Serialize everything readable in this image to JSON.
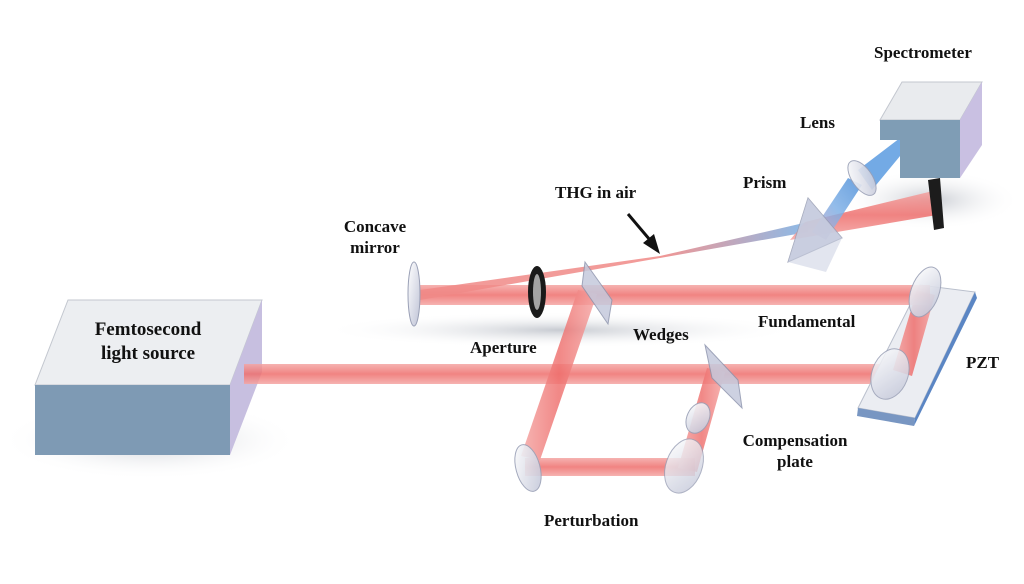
{
  "labels": {
    "spectrometer": "Spectrometer",
    "lens": "Lens",
    "prism": "Prism",
    "thg": "THG in air",
    "concave_line1": "Concave",
    "concave_line2": "mirror",
    "aperture": "Aperture",
    "wedges": "Wedges",
    "fundamental": "Fundamental",
    "pzt": "PZT",
    "source_line1": "Femtosecond",
    "source_line2": "light source",
    "compensation_line1": "Compensation",
    "compensation_line2": "plate",
    "perturbation": "Perturbation"
  },
  "colors": {
    "beam": "#f07a78",
    "beam_core": "#e8555a",
    "blue_beam": "#7fa9e0",
    "box_front": "#7e9ab4",
    "box_top": "#e9ecef",
    "box_side": "#c9c0e2",
    "optic": "#dcdcea",
    "pzt_plate": "#e8eaf0",
    "pzt_edge": "#5b86c4"
  }
}
